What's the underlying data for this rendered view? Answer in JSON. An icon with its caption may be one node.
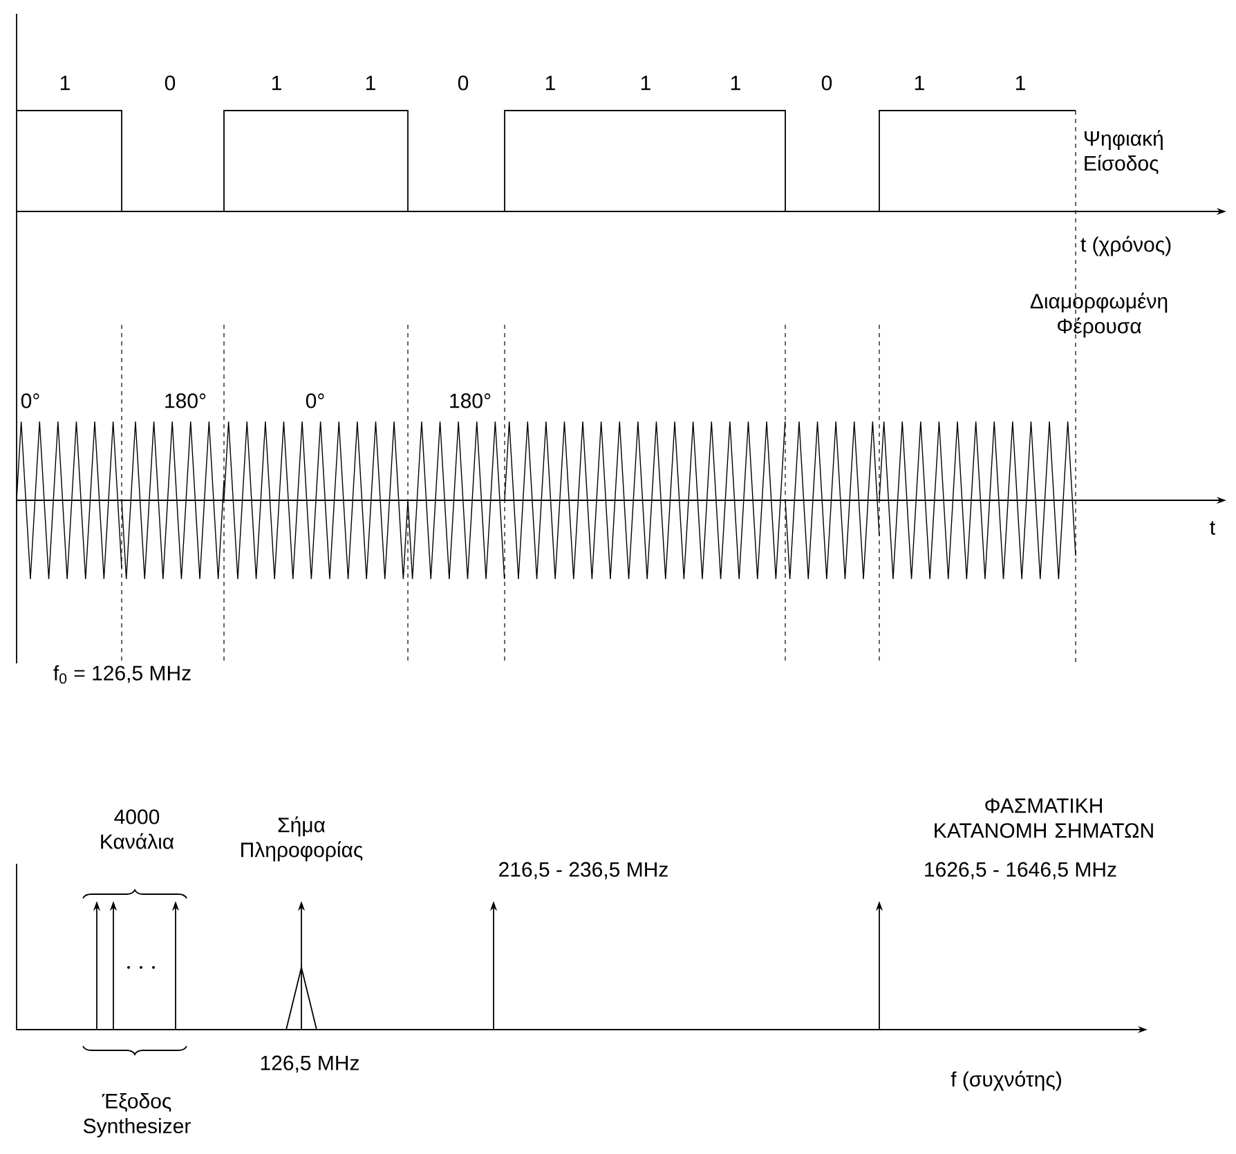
{
  "diagram": {
    "title": "ΦΑΣΜΑΤΙΚΗ ΚΑΤΑΝΟΜΗ ΣΗΜΑΤΩΝ",
    "labels": [
      "1",
      "0",
      "1",
      "1",
      "0",
      "1",
      "1",
      "1",
      "0",
      "1",
      "1",
      "Ψηφιακή Είσοδος",
      "t (χρόνος)",
      "Διαμορφωμένη Φέρουσα",
      "0°",
      "180°",
      "0°",
      "180°",
      "t",
      "f$_{0}$ = 126,5 MHz",
      "4000 Κανάλια",
      "Σήμα Πληροφορίας",
      "216,5 - 236,5 MHz",
      "1626,5 - 1646,5 MHz",
      "126,5 MHz",
      "f (συχνότης)",
      "Έξοδος Synthesizer"
    ]
  }
}
